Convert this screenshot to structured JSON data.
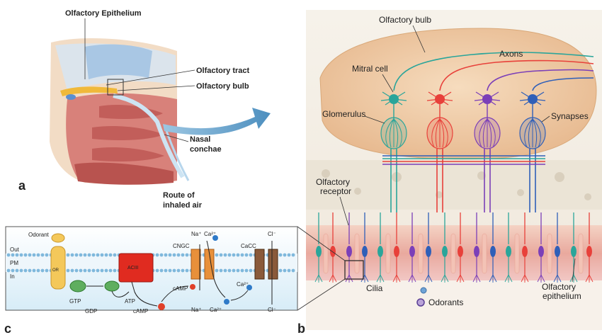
{
  "panel_a": {
    "letter": "a",
    "labels": {
      "epithelium": "Olfactory Epithelium",
      "tract": "Olfactory tract",
      "bulb": "Olfactory bulb",
      "conchae_1": "Nasal",
      "conchae_2": "conchae",
      "route_1": "Route of",
      "route_2": "inhaled air"
    }
  },
  "panel_b": {
    "letter": "b",
    "labels": {
      "bulb": "Olfactory bulb",
      "axons": "Axons",
      "mitral": "Mitral cell",
      "glomerulus": "Glomerulus",
      "synapses": "Synapses",
      "receptor_1": "Olfactory",
      "receptor_2": "receptor",
      "cilia": "Cilia",
      "odorants": "Odorants",
      "epithelium_1": "Olfactory",
      "epithelium_2": "epithelium"
    }
  },
  "panel_c": {
    "letter": "c",
    "labels": {
      "odorant": "Odorant",
      "out": "Out",
      "pm": "PM",
      "in": "In",
      "or": "OR",
      "acii": "ACIII",
      "gtp": "GTP",
      "gdp": "GDP",
      "atp": "ATP",
      "camp1": "cAMP",
      "camp2": "cAMP",
      "cngc": "CNGC",
      "cacc": "CaCC",
      "na_top": "Na⁺",
      "ca_top": "Ca²⁺",
      "cl_top": "Cl⁻",
      "na_bot": "Na⁺",
      "ca_bot": "Ca²⁺",
      "ca_mid": "Ca²⁺",
      "cl_bot": "Cl⁻"
    }
  },
  "colors": {
    "neuron_teal": "#2aa59a",
    "neuron_red": "#e8403a",
    "neuron_purple": "#7b3fb8",
    "neuron_blue": "#2f5fb8",
    "arrow_blue": "#4a8fc4",
    "membrane": "#7fb8dc"
  }
}
